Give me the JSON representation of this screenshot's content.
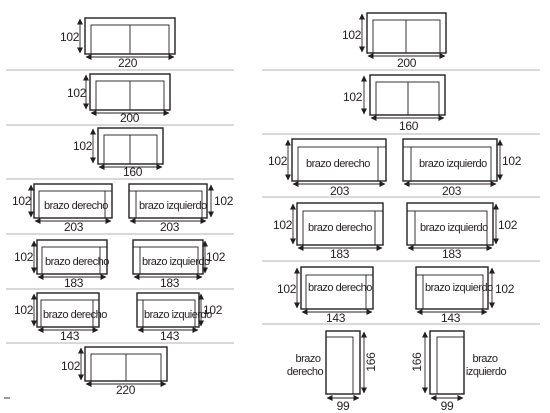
{
  "labels": {
    "right_arm": "brazo derecho",
    "left_arm": "brazo izquierdo",
    "right_arm_line1": "brazo",
    "right_arm_line2": "derecho",
    "left_arm_line1": "brazo",
    "left_arm_line2": "izquierdo"
  },
  "dims": {
    "depth": "102",
    "chaise_length": "166",
    "w220": "220",
    "w200": "200",
    "w160": "160",
    "w203": "203",
    "w183": "183",
    "w143": "143",
    "w99": "99"
  }
}
